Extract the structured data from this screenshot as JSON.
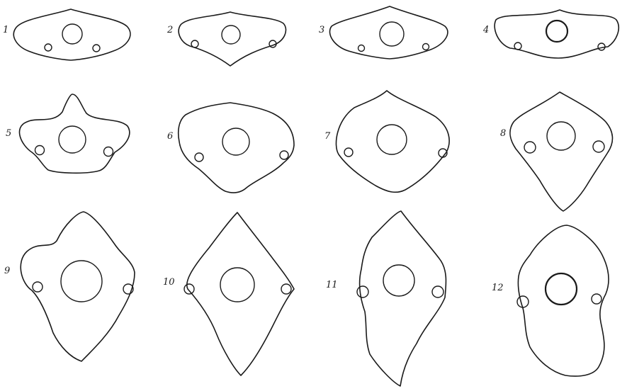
{
  "figure": {
    "labels": [
      "1",
      "2",
      "3",
      "4",
      "5",
      "6",
      "7",
      "8",
      "9",
      "10",
      "11",
      "12"
    ]
  },
  "colors": {
    "ink": "#1a1a1a",
    "paper": "#ffffff"
  }
}
